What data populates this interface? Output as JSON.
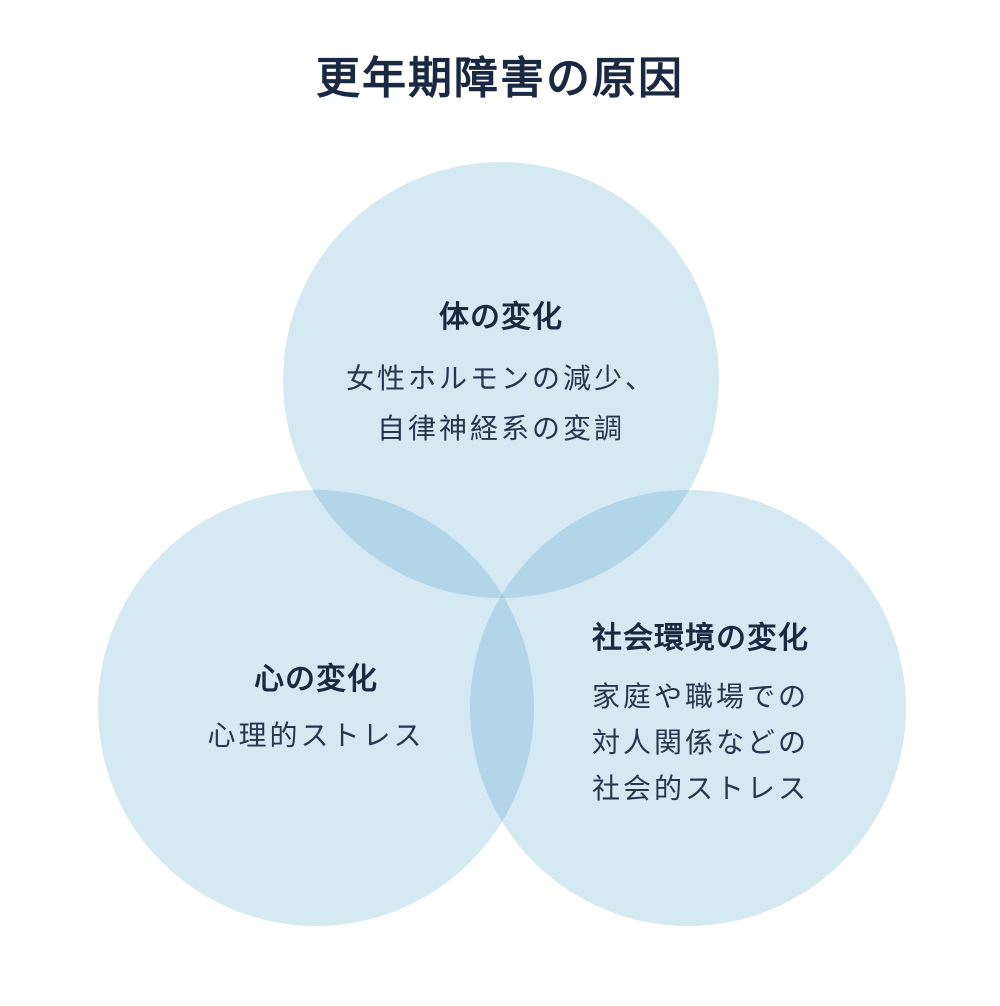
{
  "title": "更年期障害の原因",
  "colors": {
    "background": "#ffffff",
    "circle_fill": "#d5e9f3",
    "overlap_fill": "#b0d4e8",
    "triple_overlap_fill": "#93c1dd",
    "heading_text": "#1a2942",
    "body_text": "#24374f"
  },
  "circles": [
    {
      "name": "physical-change",
      "heading": "体の変化",
      "lines": [
        "女性ホルモンの減少、",
        "自律神経系の変調"
      ]
    },
    {
      "name": "mental-change",
      "heading": "心の変化",
      "lines": [
        "心理的ストレス"
      ]
    },
    {
      "name": "social-change",
      "heading": "社会環境の変化",
      "lines": [
        "家庭や職場での",
        "対人関係などの",
        "社会的ストレス"
      ]
    }
  ]
}
